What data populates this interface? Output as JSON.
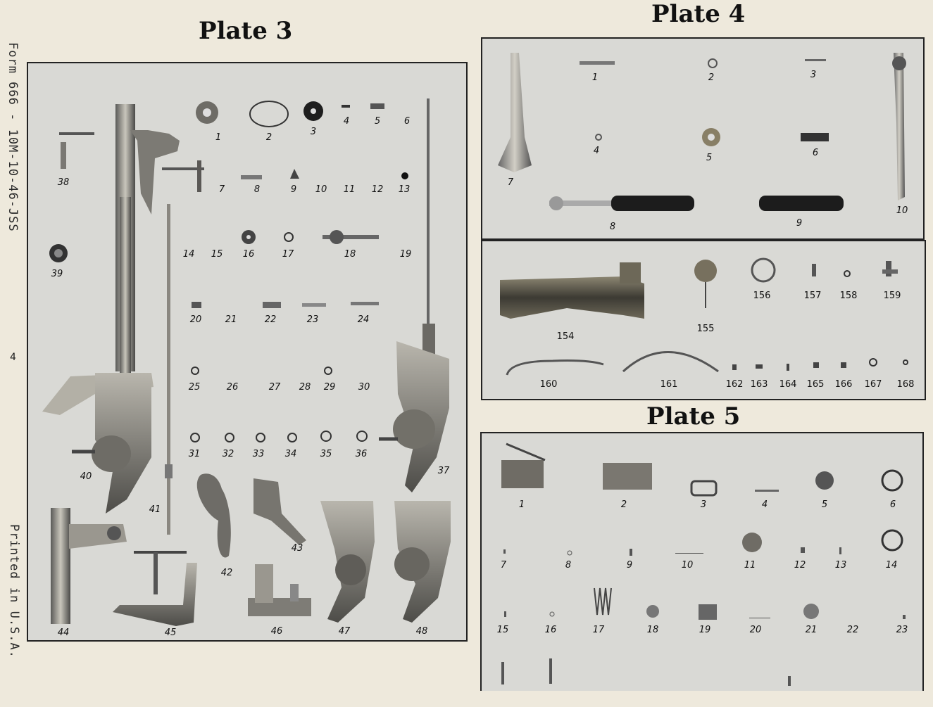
{
  "sidebar": {
    "form_text": "Form 666 - 10M-10-46-JSS",
    "page_number": "4",
    "printed": "Printed in U.S.A."
  },
  "plate3": {
    "title": "Plate 3",
    "labels": [
      "1",
      "2",
      "3",
      "4",
      "5",
      "6",
      "7",
      "8",
      "9",
      "10",
      "11",
      "12",
      "13",
      "14",
      "15",
      "16",
      "17",
      "18",
      "19",
      "20",
      "21",
      "22",
      "23",
      "24",
      "25",
      "26",
      "27",
      "28",
      "29",
      "30",
      "31",
      "32",
      "33",
      "34",
      "35",
      "36",
      "37",
      "38",
      "39",
      "40",
      "41",
      "42",
      "43",
      "44",
      "45",
      "46",
      "47",
      "48"
    ]
  },
  "plate4": {
    "title": "Plate 4",
    "top_labels": [
      "1",
      "2",
      "3",
      "4",
      "5",
      "6",
      "7",
      "8",
      "9",
      "10"
    ],
    "bottom_labels": [
      "154",
      "155",
      "156",
      "157",
      "158",
      "159",
      "160",
      "161",
      "162",
      "163",
      "164",
      "165",
      "166",
      "167",
      "168"
    ]
  },
  "plate5": {
    "title": "Plate 5",
    "labels": [
      "1",
      "2",
      "3",
      "4",
      "5",
      "6",
      "7",
      "8",
      "9",
      "10",
      "11",
      "12",
      "13",
      "14",
      "15",
      "16",
      "17",
      "18",
      "19",
      "20",
      "21",
      "22",
      "23"
    ]
  }
}
